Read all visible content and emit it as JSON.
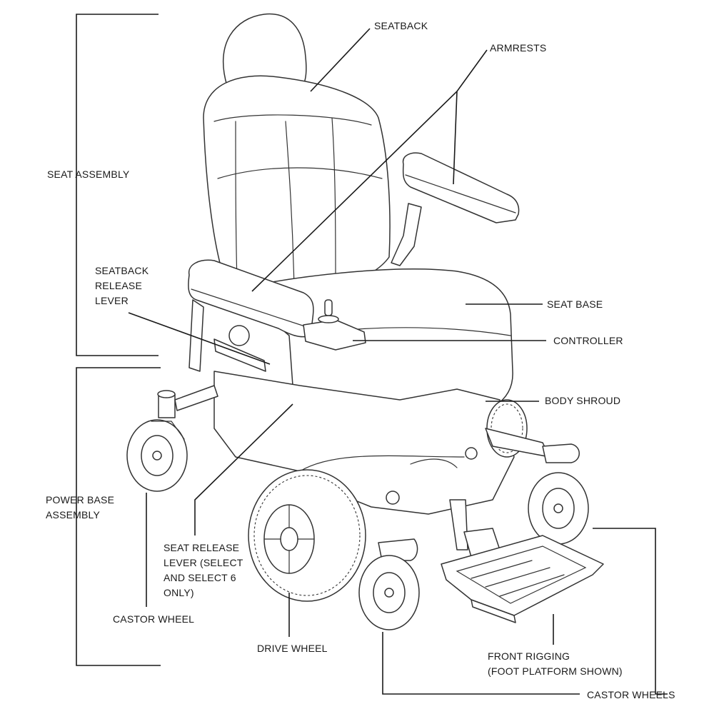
{
  "labels": {
    "seatback": "SEATBACK",
    "armrests": "ARMRESTS",
    "seat_assembly": "SEAT ASSEMBLY",
    "seatback_release_lever": [
      "SEATBACK",
      "RELEASE",
      "LEVER"
    ],
    "seat_base": "SEAT BASE",
    "controller": "CONTROLLER",
    "body_shroud": "BODY SHROUD",
    "power_base_assembly": [
      "POWER BASE",
      "ASSEMBLY"
    ],
    "seat_release_lever": [
      "SEAT RELEASE",
      "LEVER (SELECT",
      "AND SELECT 6",
      "ONLY)"
    ],
    "castor_wheel": "CASTOR WHEEL",
    "drive_wheel": "DRIVE WHEEL",
    "front_rigging": [
      "FRONT RIGGING",
      "(FOOT PLATFORM SHOWN)"
    ],
    "castor_wheels": "CASTOR WHEELS"
  }
}
